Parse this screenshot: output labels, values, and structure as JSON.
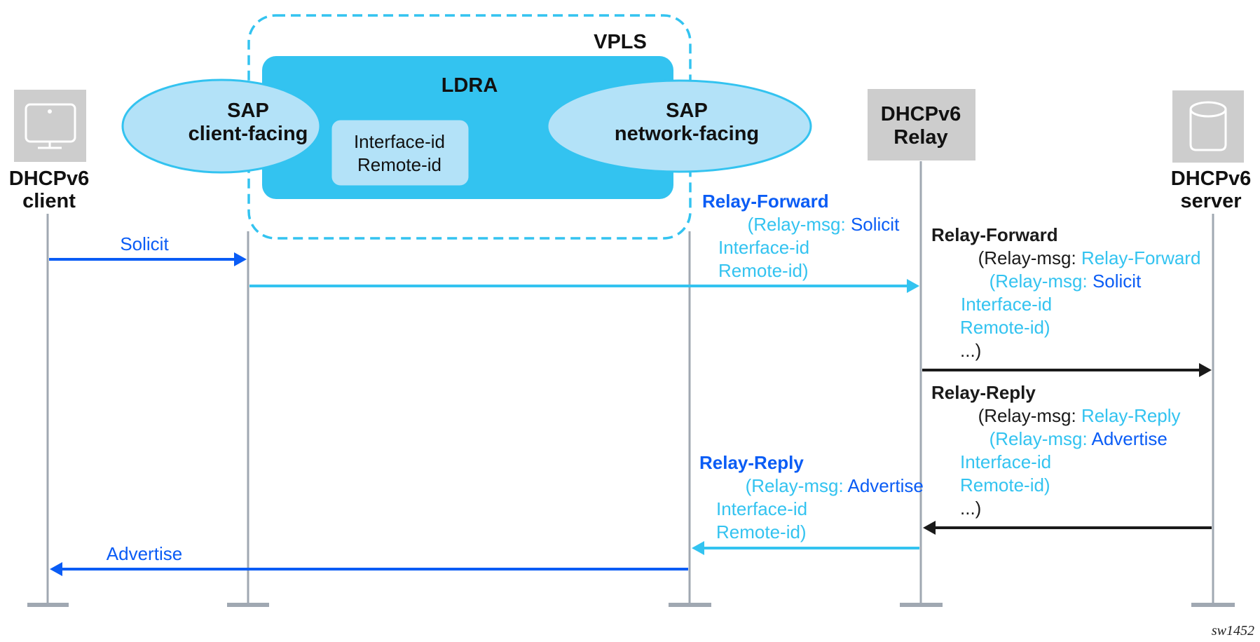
{
  "colors": {
    "dark_blue": "#0A5CF5",
    "light_blue": "#33C3F0",
    "pale_blue": "#B3E2F8",
    "black": "#1A1A1A",
    "lifeline_gray": "#A0A8B2",
    "node_gray": "#CDCDCD"
  },
  "nodes": {
    "client": {
      "line1": "DHCPv6",
      "line2": "client",
      "icon": "monitor-icon"
    },
    "relay": {
      "line1": "DHCPv6",
      "line2": "Relay"
    },
    "server": {
      "line1": "DHCPv6",
      "line2": "server",
      "icon": "database-icon"
    }
  },
  "vpls": {
    "label": "VPLS",
    "ldra": {
      "label": "LDRA",
      "options_box": {
        "line1": "Interface-id",
        "line2": "Remote-id"
      }
    },
    "sap_client": {
      "line1": "SAP",
      "line2": "client-facing"
    },
    "sap_network": {
      "line1": "SAP",
      "line2": "network-facing"
    }
  },
  "messages": {
    "solicit": {
      "label": "Solicit"
    },
    "relay_forward_ldra": {
      "title": "Relay-Forward",
      "l1a": "(Relay-msg: ",
      "l1b": "Solicit",
      "l2": "Interface-id",
      "l3": "Remote-id)"
    },
    "relay_forward_server": {
      "title": "Relay-Forward",
      "l1a": "(Relay-msg: ",
      "l1b": "Relay-Forward",
      "l2a": "(Relay-msg: ",
      "l2b": "Solicit",
      "l3": "Interface-id",
      "l4": "Remote-id)",
      "l5": "...)"
    },
    "relay_reply_server": {
      "title": "Relay-Reply",
      "l1a": "(Relay-msg: ",
      "l1b": "Relay-Reply",
      "l2a": "(Relay-msg: ",
      "l2b": "Advertise",
      "l3": "Interface-id",
      "l4": "Remote-id)",
      "l5": "...)"
    },
    "relay_reply_ldra": {
      "title": "Relay-Reply",
      "l1a": "(Relay-msg: ",
      "l1b": "Advertise",
      "l2": "Interface-id",
      "l3": "Remote-id)"
    },
    "advertise": {
      "label": "Advertise"
    }
  },
  "figure_id": "sw1452"
}
